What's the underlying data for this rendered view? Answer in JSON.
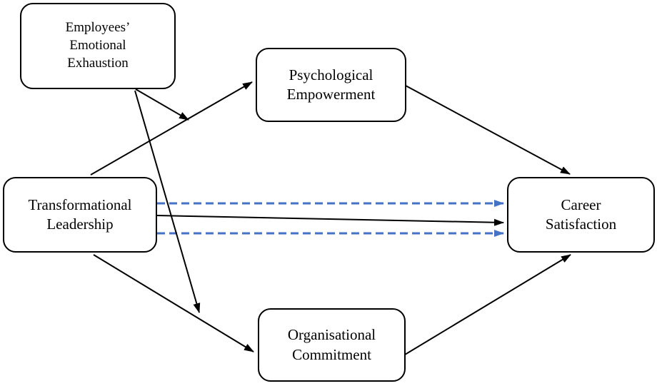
{
  "nodes": {
    "exhaustion": {
      "lines": [
        "Employees’",
        "Emotional",
        "Exhaustion"
      ]
    },
    "psych": {
      "lines": [
        "Psychological",
        "Empowerment"
      ]
    },
    "tl": {
      "lines": [
        "Transformational",
        "Leadership"
      ]
    },
    "career": {
      "lines": [
        "Career",
        "Satisfaction"
      ]
    },
    "org": {
      "lines": [
        "Organisational",
        "Commitment"
      ]
    }
  },
  "edges": [
    {
      "from": "Transformational Leadership",
      "to": "Psychological Empowerment",
      "style": "solid"
    },
    {
      "from": "Psychological Empowerment",
      "to": "Career Satisfaction",
      "style": "solid"
    },
    {
      "from": "Transformational Leadership",
      "to": "Organisational Commitment",
      "style": "solid"
    },
    {
      "from": "Organisational Commitment",
      "to": "Career Satisfaction",
      "style": "solid"
    },
    {
      "from": "Transformational Leadership",
      "to": "Career Satisfaction",
      "style": "solid"
    },
    {
      "from": "Transformational Leadership",
      "to": "Career Satisfaction",
      "style": "dashed"
    },
    {
      "from": "Transformational Leadership",
      "to": "Career Satisfaction",
      "style": "dashed"
    },
    {
      "from": "Employees’ Emotional Exhaustion",
      "to": "Transformational Leadership → Psychological Empowerment",
      "style": "solid"
    },
    {
      "from": "Employees’ Emotional Exhaustion",
      "to": "Transformational Leadership → Organisational Commitment",
      "style": "solid"
    }
  ],
  "colors": {
    "solid": "#000000",
    "dashed": "#4472C4"
  }
}
